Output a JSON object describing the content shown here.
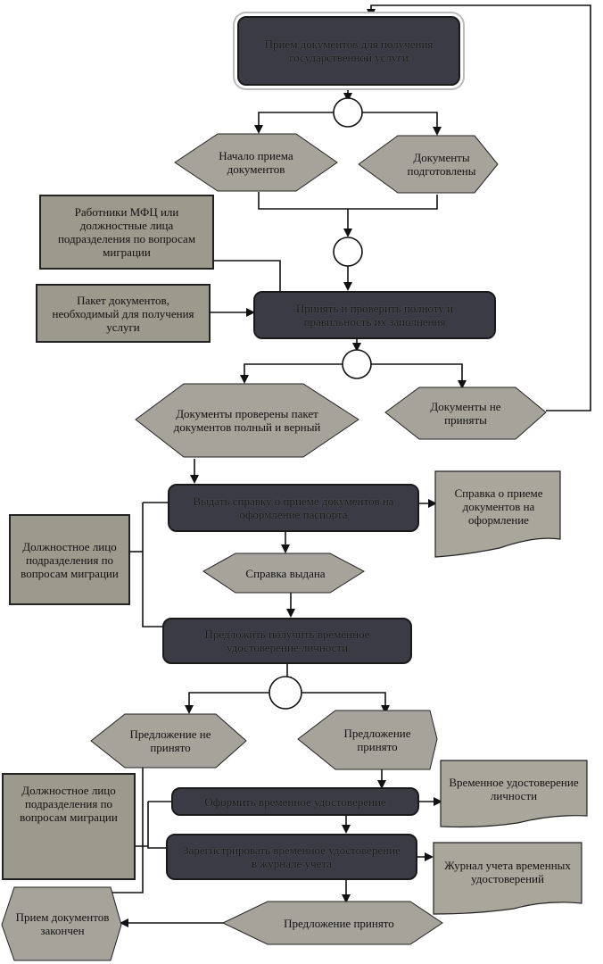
{
  "diagram": {
    "type": "process-flowchart",
    "nodes": {
      "start_process": "Прием документов для получения государственной услуги",
      "event_start_receiving": "Начало приема документов",
      "event_docs_prepared": "Документы подготовлены",
      "role_mfc_staff": "Работники МФЦ или должностные лица подразделения по вопросам миграции",
      "input_doc_package": "Пакет документов, необходимый для получения услуги",
      "func_accept_check": "Принять и проверить полноту и правильность их заполнения",
      "event_docs_checked": "Документы проверены пакет документов полный и верный",
      "event_docs_rejected": "Документы не приняты",
      "func_issue_certificate": "Выдать справку о приеме документов на оформление паспорта",
      "doc_certificate": "Справка о приеме документов на оформление",
      "role_official_1": "Должностное лицо подразделения по вопросам миграции",
      "event_certificate_issued": "Справка выдана",
      "func_offer_temp_id": "Предложить получить временное удостоверение личности",
      "event_offer_declined": "Предложение не принято",
      "event_offer_accepted": "Предложение принято",
      "role_official_2": "Должностное лицо подразделения по вопросам миграции",
      "func_issue_temp_id": "Оформить временное удостоверение",
      "doc_temp_id": "Временное удостоверение личности",
      "func_register_temp_id": "Зарегистрировать временное удостоверение в журнале учета",
      "doc_registry_log": "Журнал учета временных удостоверений",
      "event_offer_accepted_2": "Предложение принято",
      "end_receiving_done": "Прием документов закончен"
    },
    "colors": {
      "function_fill": "#3b3b45",
      "event_fill": "#a5a39a",
      "role_fill": "#9c9a8c",
      "line": "#111111"
    }
  }
}
